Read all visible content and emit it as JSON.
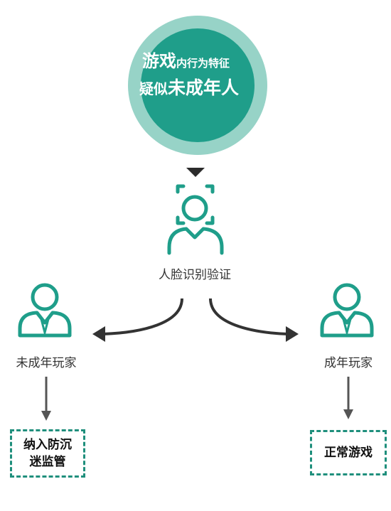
{
  "header": {
    "line1_big": "游戏",
    "line1_small": "内行为特征",
    "line2_small": "疑似",
    "line2_big": "未成年人"
  },
  "center": {
    "label": "人脸识别验证"
  },
  "left": {
    "label": "未成年玩家",
    "result_line1": "纳入防沉",
    "result_line2": "迷监管"
  },
  "right": {
    "label": "成年玩家",
    "result": "正常游戏"
  },
  "colors": {
    "teal": "#1f9e8a",
    "teal_light": "#97d3c7",
    "arrow": "#333333"
  }
}
